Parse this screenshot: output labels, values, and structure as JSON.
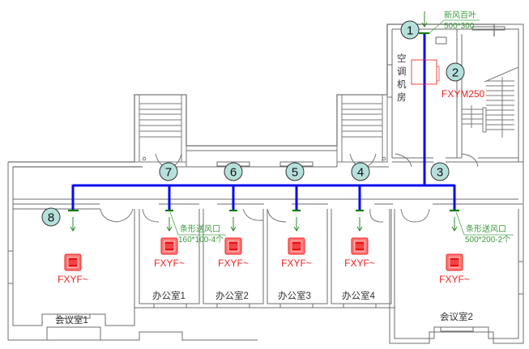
{
  "drawing": {
    "title": "HVAC floor plan",
    "colors": {
      "duct": "#0a0af0",
      "diffuser": "#137a13",
      "annotation": "#3d9a3d",
      "equipment": "#ee2222",
      "bubble_fill": "#b6e0dc",
      "wall": "#6e6e6e"
    },
    "annotations": {
      "fresh_air_louver": {
        "label": "新风百叶",
        "size": "500*300"
      },
      "slot_diffuser_office": {
        "label": "条形送风口",
        "size": "160*100-4个"
      },
      "slot_diffuser_meeting": {
        "label": "条形送风口",
        "size": "500*200-2个"
      }
    },
    "ahu_room": {
      "label_chars": [
        "空",
        "调",
        "机",
        "房"
      ]
    },
    "ahu_unit": {
      "model": "FXYM250"
    },
    "indoor_unit_model": "FXYF~",
    "rooms": [
      {
        "name": "会议室1",
        "unit": "FXYF~"
      },
      {
        "name": "办公室1",
        "unit": "FXYF~"
      },
      {
        "name": "办公室2",
        "unit": "FXYF~"
      },
      {
        "name": "办公室3",
        "unit": "FXYF~"
      },
      {
        "name": "办公室4",
        "unit": "FXYF~"
      },
      {
        "name": "会议室2",
        "unit": "FXYF~"
      }
    ],
    "bubbles": [
      "1",
      "2",
      "3",
      "4",
      "5",
      "6",
      "7",
      "8"
    ]
  }
}
